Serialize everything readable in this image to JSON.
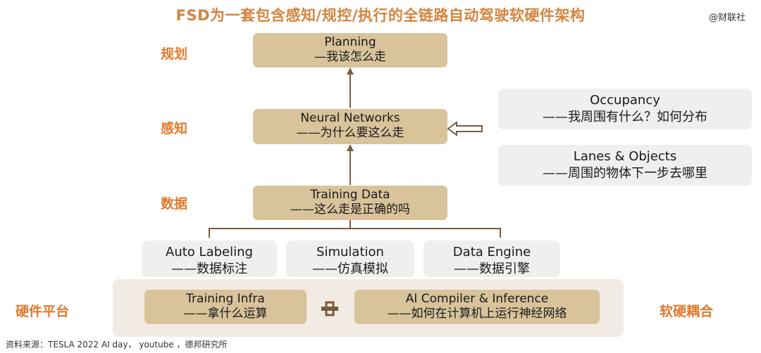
{
  "title": "FSD为一套包含感知/规控/执行的全链路自动驾驶软硬件架构",
  "watermark": "@财联社",
  "layers": {
    "planning": "规划",
    "perception": "感知",
    "data": "数据",
    "hardware": "硬件平台",
    "coupling": "软硬耦合"
  },
  "nodes": {
    "planning": {
      "title": "Planning",
      "subtitle": "—我该怎么走"
    },
    "neural": {
      "title": "Neural Networks",
      "subtitle": "——为什么要这么走"
    },
    "training_data": {
      "title": "Training Data",
      "subtitle": "——这么走是正确的吗"
    },
    "occupancy": {
      "title": "Occupancy",
      "subtitle": "——我周围有什么？如何分布"
    },
    "lanes": {
      "title": "Lanes & Objects",
      "subtitle": "——周围的物体下一步去哪里"
    },
    "auto_labeling": {
      "title": "Auto Labeling",
      "subtitle": "——数据标注"
    },
    "simulation": {
      "title": "Simulation",
      "subtitle": "——仿真模拟"
    },
    "data_engine": {
      "title": "Data Engine",
      "subtitle": "——数据引擎"
    },
    "training_infra": {
      "title": "Training Infra",
      "subtitle": "——拿什么运算"
    },
    "ai_compiler": {
      "title": "AI Compiler & Inference",
      "subtitle": "——如何在计算机上运行神经网络"
    }
  },
  "source": "资料来源：TESLA 2022 AI day， youtube ，德邦研究所",
  "colors": {
    "title": "#d4843f",
    "label": "#e07a2e",
    "tan": "#d9c39b",
    "gray": "#efefef",
    "line": "#7d5a3c"
  }
}
